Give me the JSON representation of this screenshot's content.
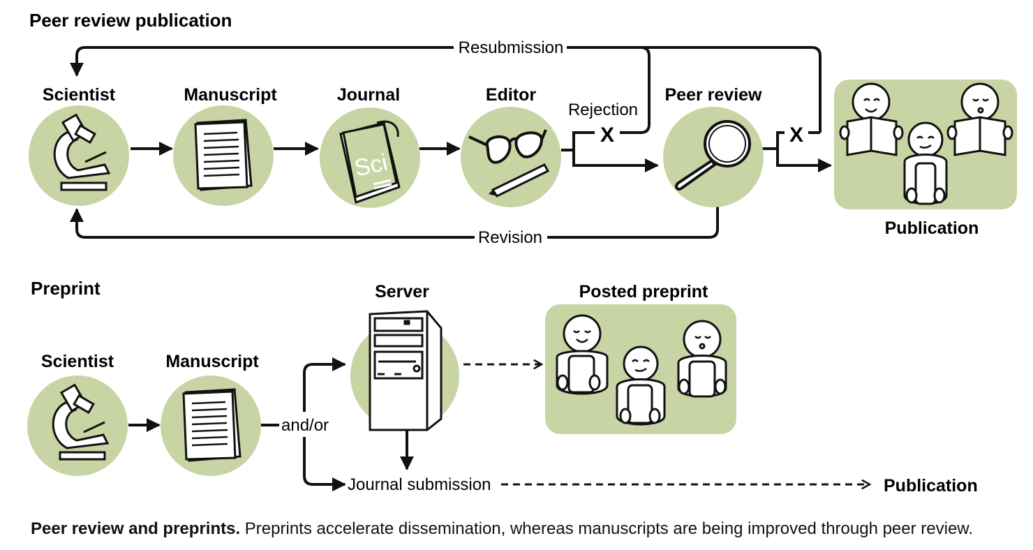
{
  "colors": {
    "accent": "#c8d4a3",
    "ink": "#111111",
    "background": "#ffffff"
  },
  "peer_review": {
    "section_title": "Peer review publication",
    "labels": {
      "scientist": "Scientist",
      "manuscript": "Manuscript",
      "journal": "Journal",
      "editor": "Editor",
      "peer_review": "Peer review",
      "publication": "Publication",
      "resubmission": "Resubmission",
      "rejection": "Rejection",
      "revision": "Revision",
      "reject_mark": "X",
      "journal_cover": "Sci"
    }
  },
  "preprint": {
    "section_title": "Preprint",
    "labels": {
      "scientist": "Scientist",
      "manuscript": "Manuscript",
      "server": "Server",
      "posted_preprint": "Posted preprint",
      "and_or": "and/or",
      "journal_submission": "Journal submission",
      "publication": "Publication"
    }
  },
  "caption": {
    "bold": "Peer review and preprints.",
    "text": " Preprints accelerate dissemination, whereas manuscripts are being improved through peer review."
  }
}
